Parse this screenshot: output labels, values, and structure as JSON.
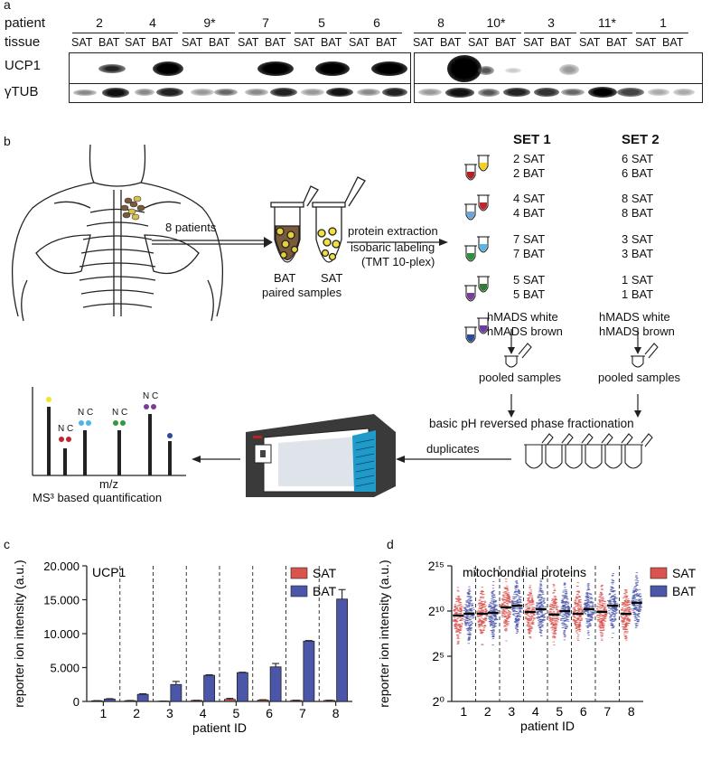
{
  "panel_a": {
    "letter": "a",
    "row_patient_label": "patient",
    "row_tissue_label": "tissue",
    "row_ucp1_label": "UCP1",
    "row_tub_label": "γTUB",
    "patients": [
      "2",
      "4",
      "9*",
      "7",
      "5",
      "6",
      "8",
      "10*",
      "3",
      "11*",
      "1"
    ],
    "sat": "SAT",
    "bat": "BAT"
  },
  "panel_b": {
    "letter": "b",
    "arrow_label": "8 patients",
    "bat_label": "BAT",
    "sat_label": "SAT",
    "paired_label": "paired samples",
    "protein_extraction": "protein extraction",
    "isobaric_labeling": "isobaric labeling",
    "tmt": "(TMT 10-plex)",
    "set1_title": "SET 1",
    "set2_title": "SET 2",
    "set1": [
      "2 SAT",
      "2 BAT",
      "4 SAT",
      "4 BAT",
      "7 SAT",
      "7 BAT",
      "5 SAT",
      "5 BAT"
    ],
    "set2": [
      "6 SAT",
      "6 BAT",
      "8 SAT",
      "8 BAT",
      "3 SAT",
      "3 BAT",
      "1 SAT",
      "1 BAT"
    ],
    "hmads_white": "hMADS white",
    "hmads_brown": "hMADS brown",
    "pooled": "pooled samples",
    "fractionation": "basic pH reversed phase fractionation",
    "duplicates": "duplicates",
    "mz": "m/z",
    "ms3": "MS³ based quantification",
    "nc": "N C",
    "tube_colors": [
      "#b22222",
      "#f2d21b",
      "#6aa7d8",
      "#c0262c",
      "#2f8f3a",
      "#5ab4e6",
      "#7a3c96",
      "#2e7d32",
      "#2c4a9a",
      "#6b3fa0"
    ]
  },
  "panel_c": {
    "letter": "c",
    "chart_data": {
      "type": "bar",
      "title": "UCP1",
      "xlabel": "patient ID",
      "ylabel": "reporter ion intensity (a.u.)",
      "categories": [
        "1",
        "2",
        "3",
        "4",
        "5",
        "6",
        "7",
        "8"
      ],
      "ylim": [
        0,
        20000
      ],
      "yticks": [
        "0",
        "5.000",
        "10.000",
        "15.000",
        "20.000"
      ],
      "series": [
        {
          "name": "SAT",
          "color": "#d9534f",
          "values": [
            100,
            120,
            50,
            150,
            300,
            200,
            150,
            150
          ],
          "errors": [
            20,
            20,
            10,
            20,
            150,
            50,
            30,
            30
          ]
        },
        {
          "name": "BAT",
          "color": "#4b56a8",
          "values": [
            350,
            1050,
            2500,
            3850,
            4250,
            5100,
            8900,
            15100
          ],
          "errors": [
            60,
            80,
            450,
            80,
            60,
            500,
            80,
            1400
          ]
        }
      ],
      "legend": "top-right"
    }
  },
  "panel_d": {
    "letter": "d",
    "chart_data": {
      "type": "scatter",
      "title": "mitochondrial proteins",
      "xlabel": "patient ID",
      "ylabel": "reporter ion intensity (a.u.)",
      "y_scale": "log2",
      "yticks": [
        "2⁰",
        "2⁵",
        "2¹⁰",
        "2¹⁵"
      ],
      "categories": [
        "1",
        "2",
        "3",
        "4",
        "5",
        "6",
        "7",
        "8"
      ],
      "series": [
        {
          "name": "SAT",
          "color": "#d9534f",
          "medians_log2": [
            9.5,
            9.7,
            10.4,
            9.9,
            9.6,
            9.7,
            9.9,
            9.7
          ]
        },
        {
          "name": "BAT",
          "color": "#4b56a8",
          "medians_log2": [
            9.7,
            9.8,
            10.6,
            10.2,
            10.0,
            10.2,
            10.6,
            10.9
          ]
        }
      ],
      "legend": "top-right"
    }
  }
}
